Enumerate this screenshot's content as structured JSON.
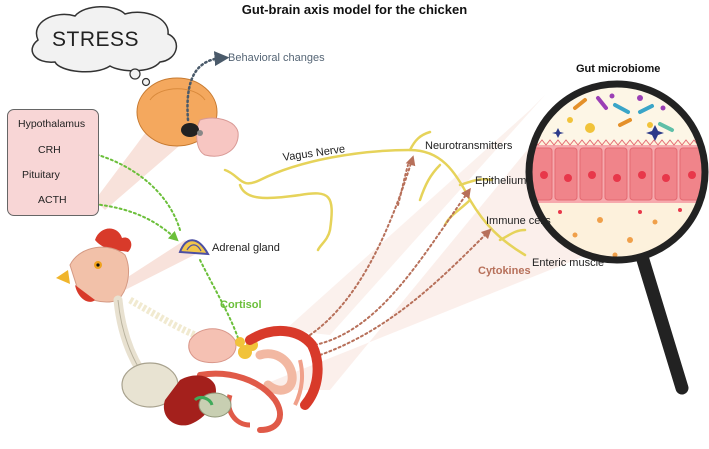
{
  "title": "Gut-brain axis model for the chicken",
  "stress": "STRESS",
  "behavioral": "Behavioral changes",
  "hpa": {
    "hypothalamus": "Hypothalamus",
    "crh": "CRH",
    "pituitary": "Pituitary",
    "acth": "ACTH"
  },
  "adrenal": "Adrenal gland",
  "cortisol": "Cortisol",
  "vagus": "Vagus Nerve",
  "targets": {
    "neurotransmitters": "Neurotransmitters",
    "epithelium": "Epithelium",
    "immune": "Immune cells",
    "enteric": "Enteric muscle"
  },
  "cytokines": "Cytokines",
  "microbiome": "Gut microbiome",
  "colors": {
    "cortisol_green": "#6bbf3a",
    "cytokine_brown": "#b7705a",
    "nerve_yellow": "#e6d35a",
    "arrow_gray": "#4a5a6a"
  }
}
